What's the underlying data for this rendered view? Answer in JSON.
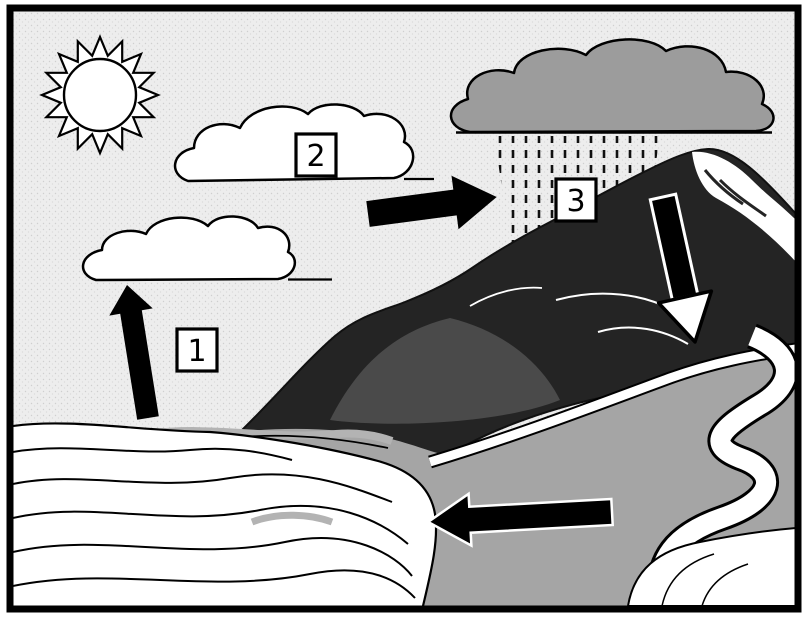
{
  "diagram": {
    "subject": "water-cycle",
    "labels": {
      "step1": "1",
      "step2": "2",
      "step3": "3"
    },
    "colors": {
      "sky": "#ededed",
      "cloud_white": "#ffffff",
      "rain_cloud_gray": "#9c9c9c",
      "mountain_dark": "#242424",
      "hill_medium": "#4a4a4a",
      "land_gray": "#a5a5a5",
      "water_white": "#ffffff",
      "outline_black": "#000000",
      "beach_gray": "#b3b3b3"
    }
  }
}
